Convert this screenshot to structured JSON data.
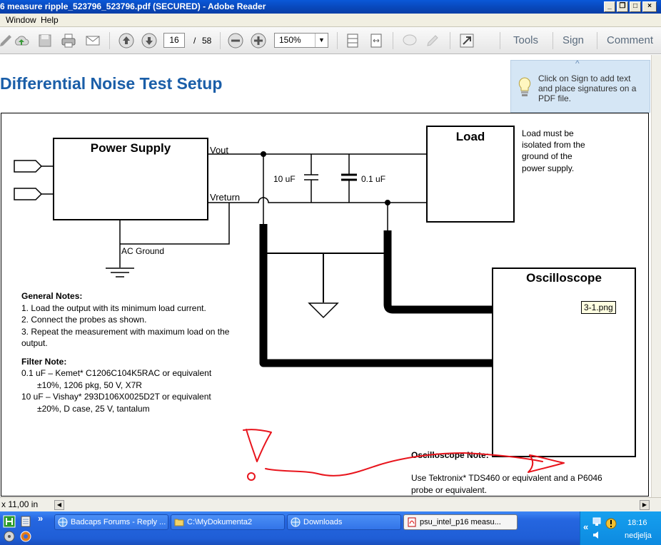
{
  "window": {
    "title": "6 measure ripple_523796_523796.pdf (SECURED) - Adobe Reader",
    "controls": [
      "_",
      "❐",
      "□",
      "×"
    ]
  },
  "menu": {
    "items": [
      "Window",
      "Help"
    ]
  },
  "toolbar": {
    "page_current": "16",
    "page_separator": "/",
    "page_total": "58",
    "zoom": "150%",
    "tools_label": "Tools",
    "sign_label": "Sign",
    "comment_label": "Comment"
  },
  "sign_tip": {
    "text": "Click on Sign to add text and place signatures on a PDF file."
  },
  "document": {
    "heading": "Differential Noise Test Setup",
    "power_supply": "Power  Supply",
    "vout": "Vout",
    "vreturn": "Vreturn",
    "ac_ground": "AC Ground",
    "cap_10uf": "10 uF",
    "cap_01uf": "0.1 uF",
    "load": "Load",
    "load_note": [
      "Load must be",
      "isolated from the",
      "ground of the",
      "power supply."
    ],
    "oscilloscope": "Oscilloscope",
    "general_notes_title": "General Notes:",
    "general_notes": [
      "1. Load the output with its minimum load current.",
      "2. Connect the probes as shown.",
      "3. Repeat the measurement with maximum load on the",
      "output."
    ],
    "filter_note_title": "Filter Note:",
    "filter_notes": [
      "0.1 uF – Kemet* C1206C104K5RAC or equivalent",
      "±10%, 1206 pkg, 50 V, X7R",
      "10 uF – Vishay* 293D106X0025D2T or equivalent",
      "±20%, D case, 25 V, tantalum"
    ],
    "scope_note_title": "Oscilloscope Note:",
    "scope_notes": [
      "Use Tektronix* TDS460 or equivalent and a P6046",
      "probe or equivalent."
    ],
    "annotation_color": "#e8141c"
  },
  "tooltip": {
    "text": "3-1.png"
  },
  "status": {
    "page_size": "x 11,00 in"
  },
  "taskbar": {
    "buttons": [
      {
        "label": "Badcaps Forums - Reply ..."
      },
      {
        "label": "C:\\MyDokumenta2"
      },
      {
        "label": "Downloads"
      },
      {
        "label": "psu_intel_p16 measu..."
      }
    ],
    "quick_arrow": "»",
    "tray_arrow": "«",
    "time": "18:16",
    "day": "nedjelja"
  },
  "colors": {
    "heading": "#1a5ea8",
    "tip_bg": "#d5e6f5",
    "taskbar": "#2566e0",
    "tray": "#0d8ae0"
  }
}
